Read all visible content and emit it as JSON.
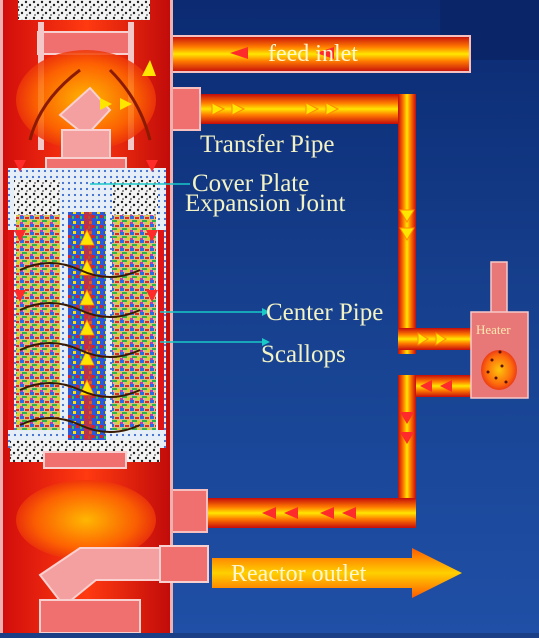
{
  "labels": {
    "feed_inlet": "feed inlet",
    "transfer_pipe": "Transfer Pipe",
    "cover_plate": "Cover Plate",
    "expansion_joint": "Expansion Joint",
    "center_pipe": "Center Pipe",
    "scallops": "Scallops",
    "heater": "Heater",
    "reactor_outlet": "Reactor outlet"
  },
  "colors": {
    "background_top": "#0a2a6e",
    "background_bottom": "#1d4aa0",
    "pipe_core": "#ffd400",
    "pipe_edge": "#d41010",
    "reactor_shell": "#e01515",
    "label_text": "#f2f2c4"
  }
}
